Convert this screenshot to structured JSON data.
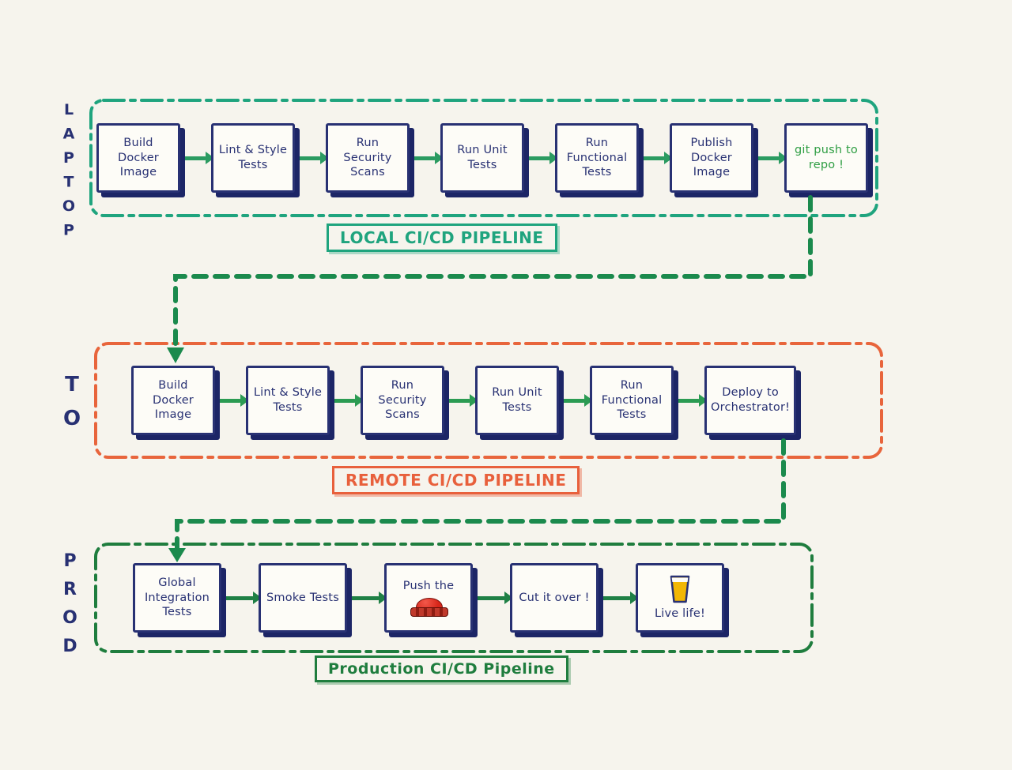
{
  "colors": {
    "background": "#f6f4ed",
    "box_border_navy": "#283173",
    "local_frame_teal": "#1fa47e",
    "remote_frame_orange": "#e8603c",
    "prod_frame_green": "#1f7d3e",
    "arrow_green": "#2b9b58",
    "connector_green": "#1b8a4d",
    "git_push_text_green": "#2f9e44",
    "push_button_red": "#d7261a",
    "juice_orange": "#f2b705"
  },
  "pipelines": {
    "local": {
      "side_label": "LAPTOP",
      "label": "LOCAL CI/CD PIPELINE",
      "steps": [
        {
          "label": "Build Docker Image"
        },
        {
          "label": "Lint & Style Tests"
        },
        {
          "label": "Run Security Scans"
        },
        {
          "label": "Run Unit Tests"
        },
        {
          "label": "Run Functional Tests"
        },
        {
          "label": "Publish Docker Image"
        },
        {
          "label": "git push to repo !"
        }
      ]
    },
    "remote": {
      "side_label": "TO",
      "label": "REMOTE CI/CD PIPELINE",
      "steps": [
        {
          "label": "Build Docker Image"
        },
        {
          "label": "Lint & Style Tests"
        },
        {
          "label": "Run Security Scans"
        },
        {
          "label": "Run Unit Tests"
        },
        {
          "label": "Run Functional Tests"
        },
        {
          "label": "Deploy to Orchestrator!"
        }
      ]
    },
    "production": {
      "side_label": "PROD",
      "label": "Production CI/CD Pipeline",
      "steps": [
        {
          "label": "Global Integration Tests"
        },
        {
          "label": "Smoke Tests"
        },
        {
          "label": "Push the",
          "icon": "red-push-button-icon"
        },
        {
          "label": "Cut it over !"
        },
        {
          "label": "Live life!",
          "icon": "juice-glass-icon"
        }
      ]
    }
  }
}
